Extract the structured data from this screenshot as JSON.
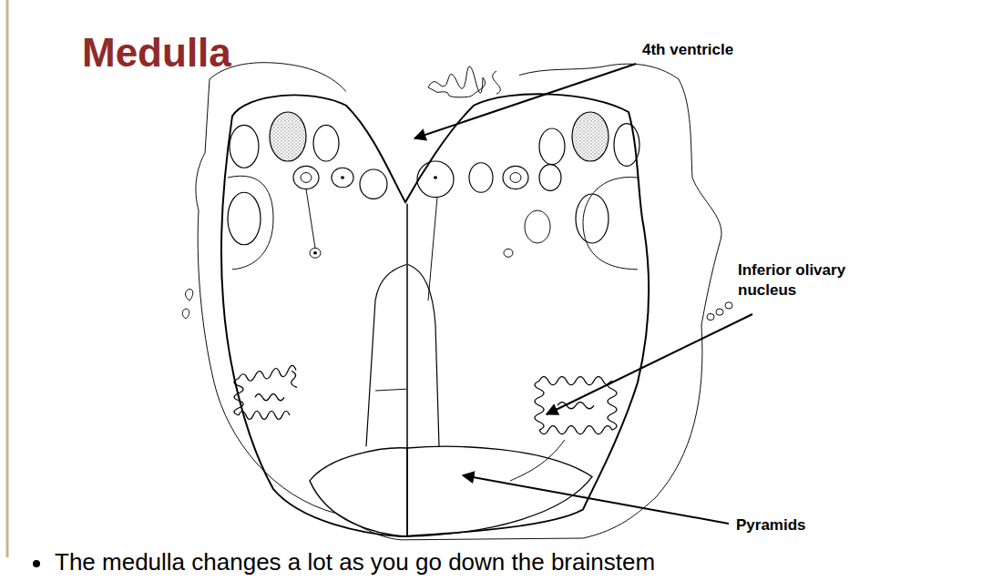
{
  "diagram": {
    "title": "Medulla",
    "labels": [
      "4th ventricle",
      "Inferior olivary nucleus",
      "Pyramids",
      "The medulla changes a lot as you go down the brainstem"
    ]
  }
}
